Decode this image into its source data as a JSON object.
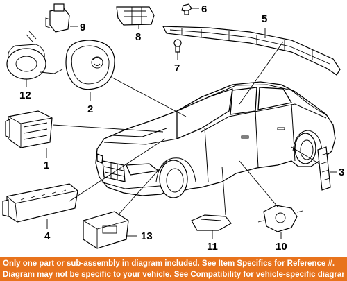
{
  "callouts": [
    {
      "id": "callout-1",
      "label": "1"
    },
    {
      "id": "callout-2",
      "label": "2"
    },
    {
      "id": "callout-3",
      "label": "3"
    },
    {
      "id": "callout-4",
      "label": "4"
    },
    {
      "id": "callout-5",
      "label": "5"
    },
    {
      "id": "callout-6",
      "label": "6"
    },
    {
      "id": "callout-7",
      "label": "7"
    },
    {
      "id": "callout-8",
      "label": "8"
    },
    {
      "id": "callout-9",
      "label": "9"
    },
    {
      "id": "callout-10",
      "label": "10"
    },
    {
      "id": "callout-11",
      "label": "11"
    },
    {
      "id": "callout-12",
      "label": "12"
    },
    {
      "id": "callout-13",
      "label": "13"
    }
  ],
  "footer": {
    "line1": "Only one part or sub-assembly in diagram included. See Item Specifics for Reference #.",
    "line2": "Diagram may not be specific to your vehicle. See Compatibility for vehicle-specific diagrams.",
    "background": "#e8731c",
    "text_color": "#ffffff"
  }
}
